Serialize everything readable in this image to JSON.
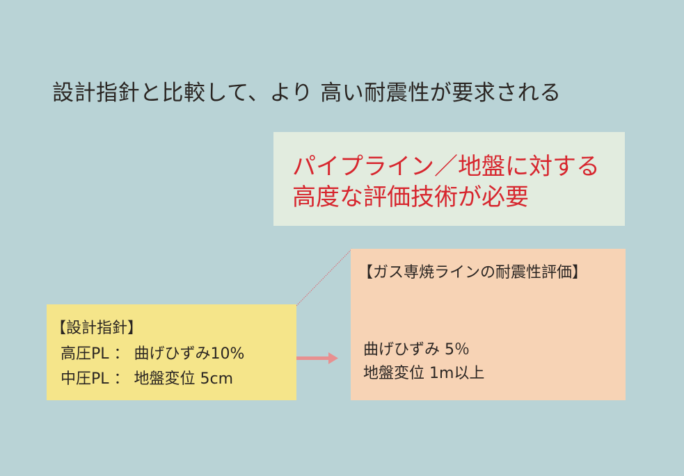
{
  "title": "設計指針と比較して、より 高い耐震性が要求される",
  "highlight": {
    "line1": "パイプライン／地盤に対する",
    "line2": "高度な評価技術が必要"
  },
  "design_guideline": {
    "heading": "【設計指針】",
    "row1": "高圧PL ： 曲げひずみ10%",
    "row2": "中圧PL ： 地盤変位 5cm"
  },
  "gas_evaluation": {
    "heading": "【ガス専焼ラインの耐震性評価】",
    "row1": "曲げひずみ  5％",
    "row2": "地盤変位  1m以上"
  },
  "colors": {
    "background": "#b9d3d6",
    "accent_red": "#d7262e",
    "arrow": "#e89090"
  }
}
